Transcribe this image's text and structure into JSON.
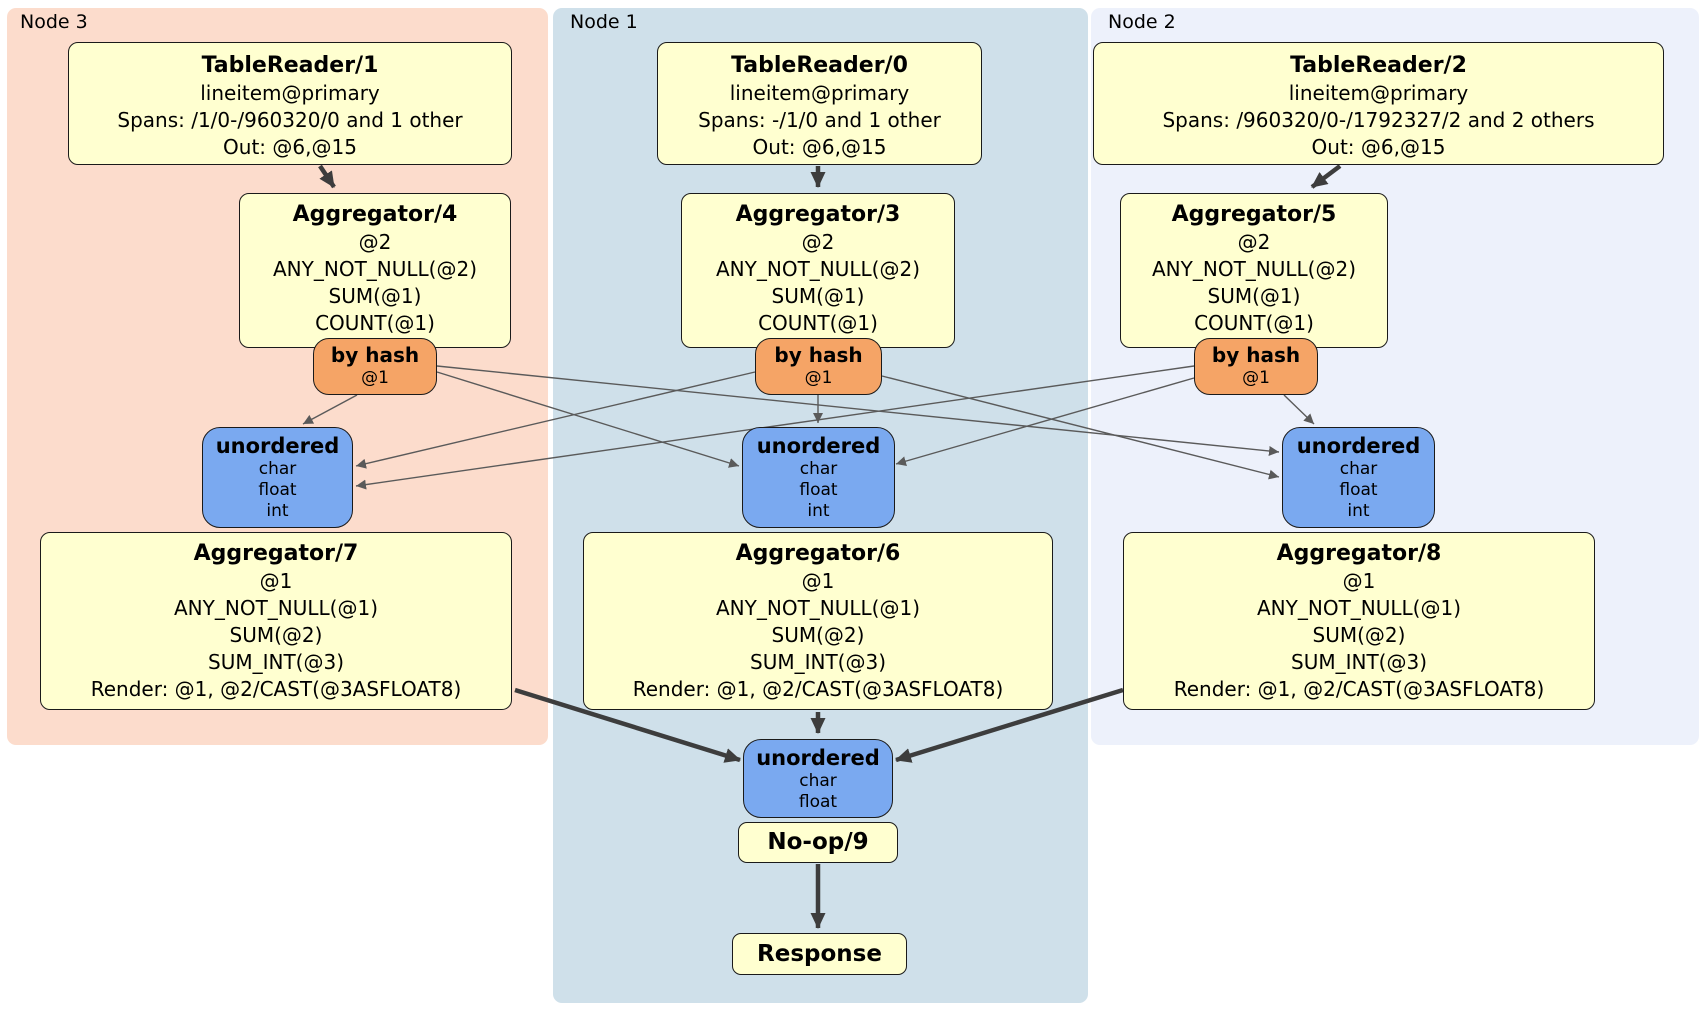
{
  "colors": {
    "region_node3": "#fcdccc",
    "region_node1": "#cfe0ea",
    "region_node2": "#edf1fb",
    "processor_fill": "#ffffd0",
    "router_fill": "#f5a466",
    "sync_fill": "#7aa9f0",
    "edge_thin": "#5a5a5a",
    "edge_thick": "#3d3d3d",
    "box_border": "#1a1a1a"
  },
  "diagram": {
    "regions": [
      {
        "id": "node3",
        "label": "Node 3"
      },
      {
        "id": "node1",
        "label": "Node 1"
      },
      {
        "id": "node2",
        "label": "Node 2"
      }
    ],
    "boxes": {
      "tr1": {
        "title": "TableReader/1",
        "lines": [
          "lineitem@primary",
          "Spans: /1/0-/960320/0 and 1 other",
          "Out: @6,@15"
        ]
      },
      "tr0": {
        "title": "TableReader/0",
        "lines": [
          "lineitem@primary",
          "Spans: -/1/0 and 1 other",
          "Out: @6,@15"
        ]
      },
      "tr2": {
        "title": "TableReader/2",
        "lines": [
          "lineitem@primary",
          "Spans: /960320/0-/1792327/2 and 2 others",
          "Out: @6,@15"
        ]
      },
      "agg4": {
        "title": "Aggregator/4",
        "lines": [
          "@2",
          "ANY_NOT_NULL(@2)",
          "SUM(@1)",
          "COUNT(@1)"
        ]
      },
      "agg3": {
        "title": "Aggregator/3",
        "lines": [
          "@2",
          "ANY_NOT_NULL(@2)",
          "SUM(@1)",
          "COUNT(@1)"
        ]
      },
      "agg5": {
        "title": "Aggregator/5",
        "lines": [
          "@2",
          "ANY_NOT_NULL(@2)",
          "SUM(@1)",
          "COUNT(@1)"
        ]
      },
      "hash3": {
        "title": "by hash",
        "sub": "@1"
      },
      "hash1": {
        "title": "by hash",
        "sub": "@1"
      },
      "hash2": {
        "title": "by hash",
        "sub": "@1"
      },
      "un3": {
        "title": "unordered",
        "items": [
          "char",
          "float",
          "int"
        ]
      },
      "un1": {
        "title": "unordered",
        "items": [
          "char",
          "float",
          "int"
        ]
      },
      "un2": {
        "title": "unordered",
        "items": [
          "char",
          "float",
          "int"
        ]
      },
      "agg7": {
        "title": "Aggregator/7",
        "lines": [
          "@1",
          "ANY_NOT_NULL(@1)",
          "SUM(@2)",
          "SUM_INT(@3)",
          "Render: @1, @2/CAST(@3ASFLOAT8)"
        ]
      },
      "agg6": {
        "title": "Aggregator/6",
        "lines": [
          "@1",
          "ANY_NOT_NULL(@1)",
          "SUM(@2)",
          "SUM_INT(@3)",
          "Render: @1, @2/CAST(@3ASFLOAT8)"
        ]
      },
      "agg8": {
        "title": "Aggregator/8",
        "lines": [
          "@1",
          "ANY_NOT_NULL(@1)",
          "SUM(@2)",
          "SUM_INT(@3)",
          "Render: @1, @2/CAST(@3ASFLOAT8)"
        ]
      },
      "un_final": {
        "title": "unordered",
        "items": [
          "char",
          "float"
        ]
      },
      "noop": {
        "title": "No-op/9"
      },
      "response": {
        "title": "Response"
      }
    },
    "edges": [
      {
        "from": "TableReader/1",
        "to": "Aggregator/4"
      },
      {
        "from": "TableReader/0",
        "to": "Aggregator/3"
      },
      {
        "from": "TableReader/2",
        "to": "Aggregator/5"
      },
      {
        "from": "Aggregator/4 by hash @1",
        "to": "unordered node3"
      },
      {
        "from": "Aggregator/4 by hash @1",
        "to": "unordered node1"
      },
      {
        "from": "Aggregator/4 by hash @1",
        "to": "unordered node2"
      },
      {
        "from": "Aggregator/3 by hash @1",
        "to": "unordered node3"
      },
      {
        "from": "Aggregator/3 by hash @1",
        "to": "unordered node1"
      },
      {
        "from": "Aggregator/3 by hash @1",
        "to": "unordered node2"
      },
      {
        "from": "Aggregator/5 by hash @1",
        "to": "unordered node3"
      },
      {
        "from": "Aggregator/5 by hash @1",
        "to": "unordered node1"
      },
      {
        "from": "Aggregator/5 by hash @1",
        "to": "unordered node2"
      },
      {
        "from": "Aggregator/7",
        "to": "unordered final"
      },
      {
        "from": "Aggregator/6",
        "to": "unordered final"
      },
      {
        "from": "Aggregator/8",
        "to": "unordered final"
      },
      {
        "from": "No-op/9",
        "to": "Response"
      }
    ]
  }
}
